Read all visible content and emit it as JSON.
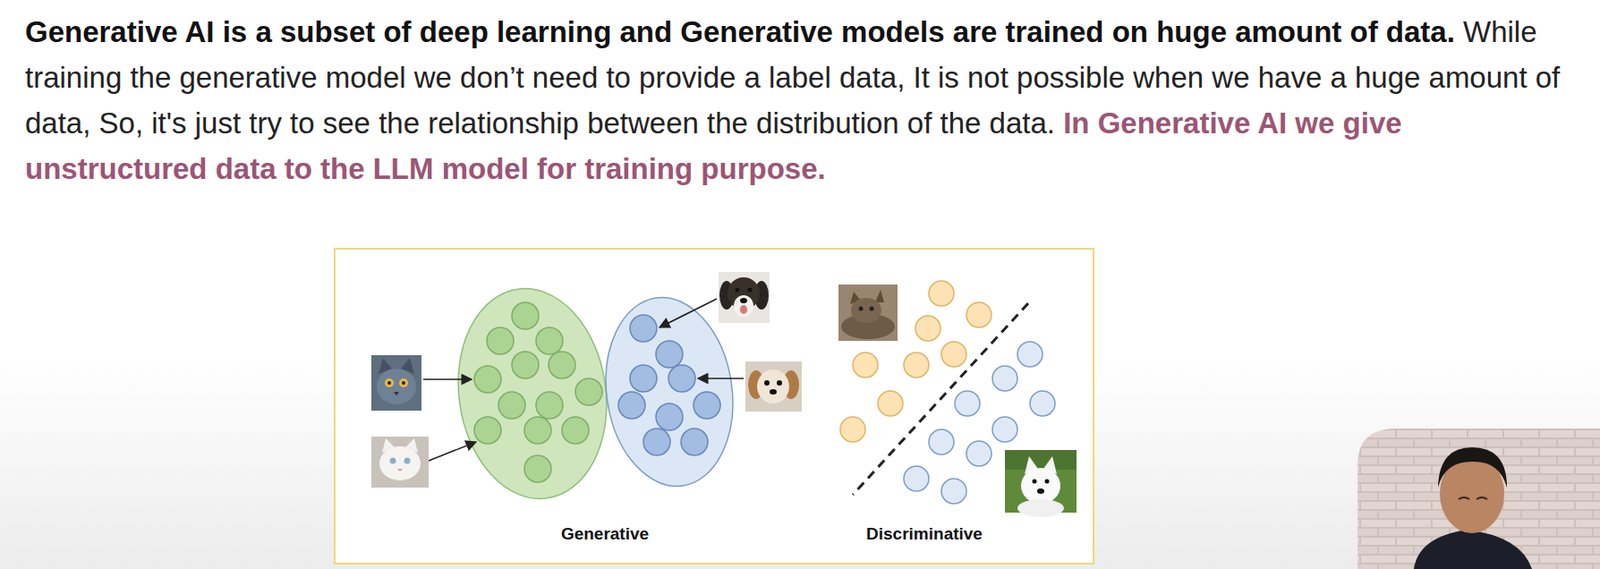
{
  "diagram": {
    "labels": [
      "Generative AI is a subset of deep learning and Generative models are trained on huge amount of data.",
      "While training the generative model we don’t need to provide a label data, It is not possible when we have a huge amount of data, So, it's just try to see the relationship between the distribution of the data.",
      "In Generative AI we give unstructured data to the LLM model for training purpose.",
      "Generative",
      "Discriminative"
    ]
  }
}
